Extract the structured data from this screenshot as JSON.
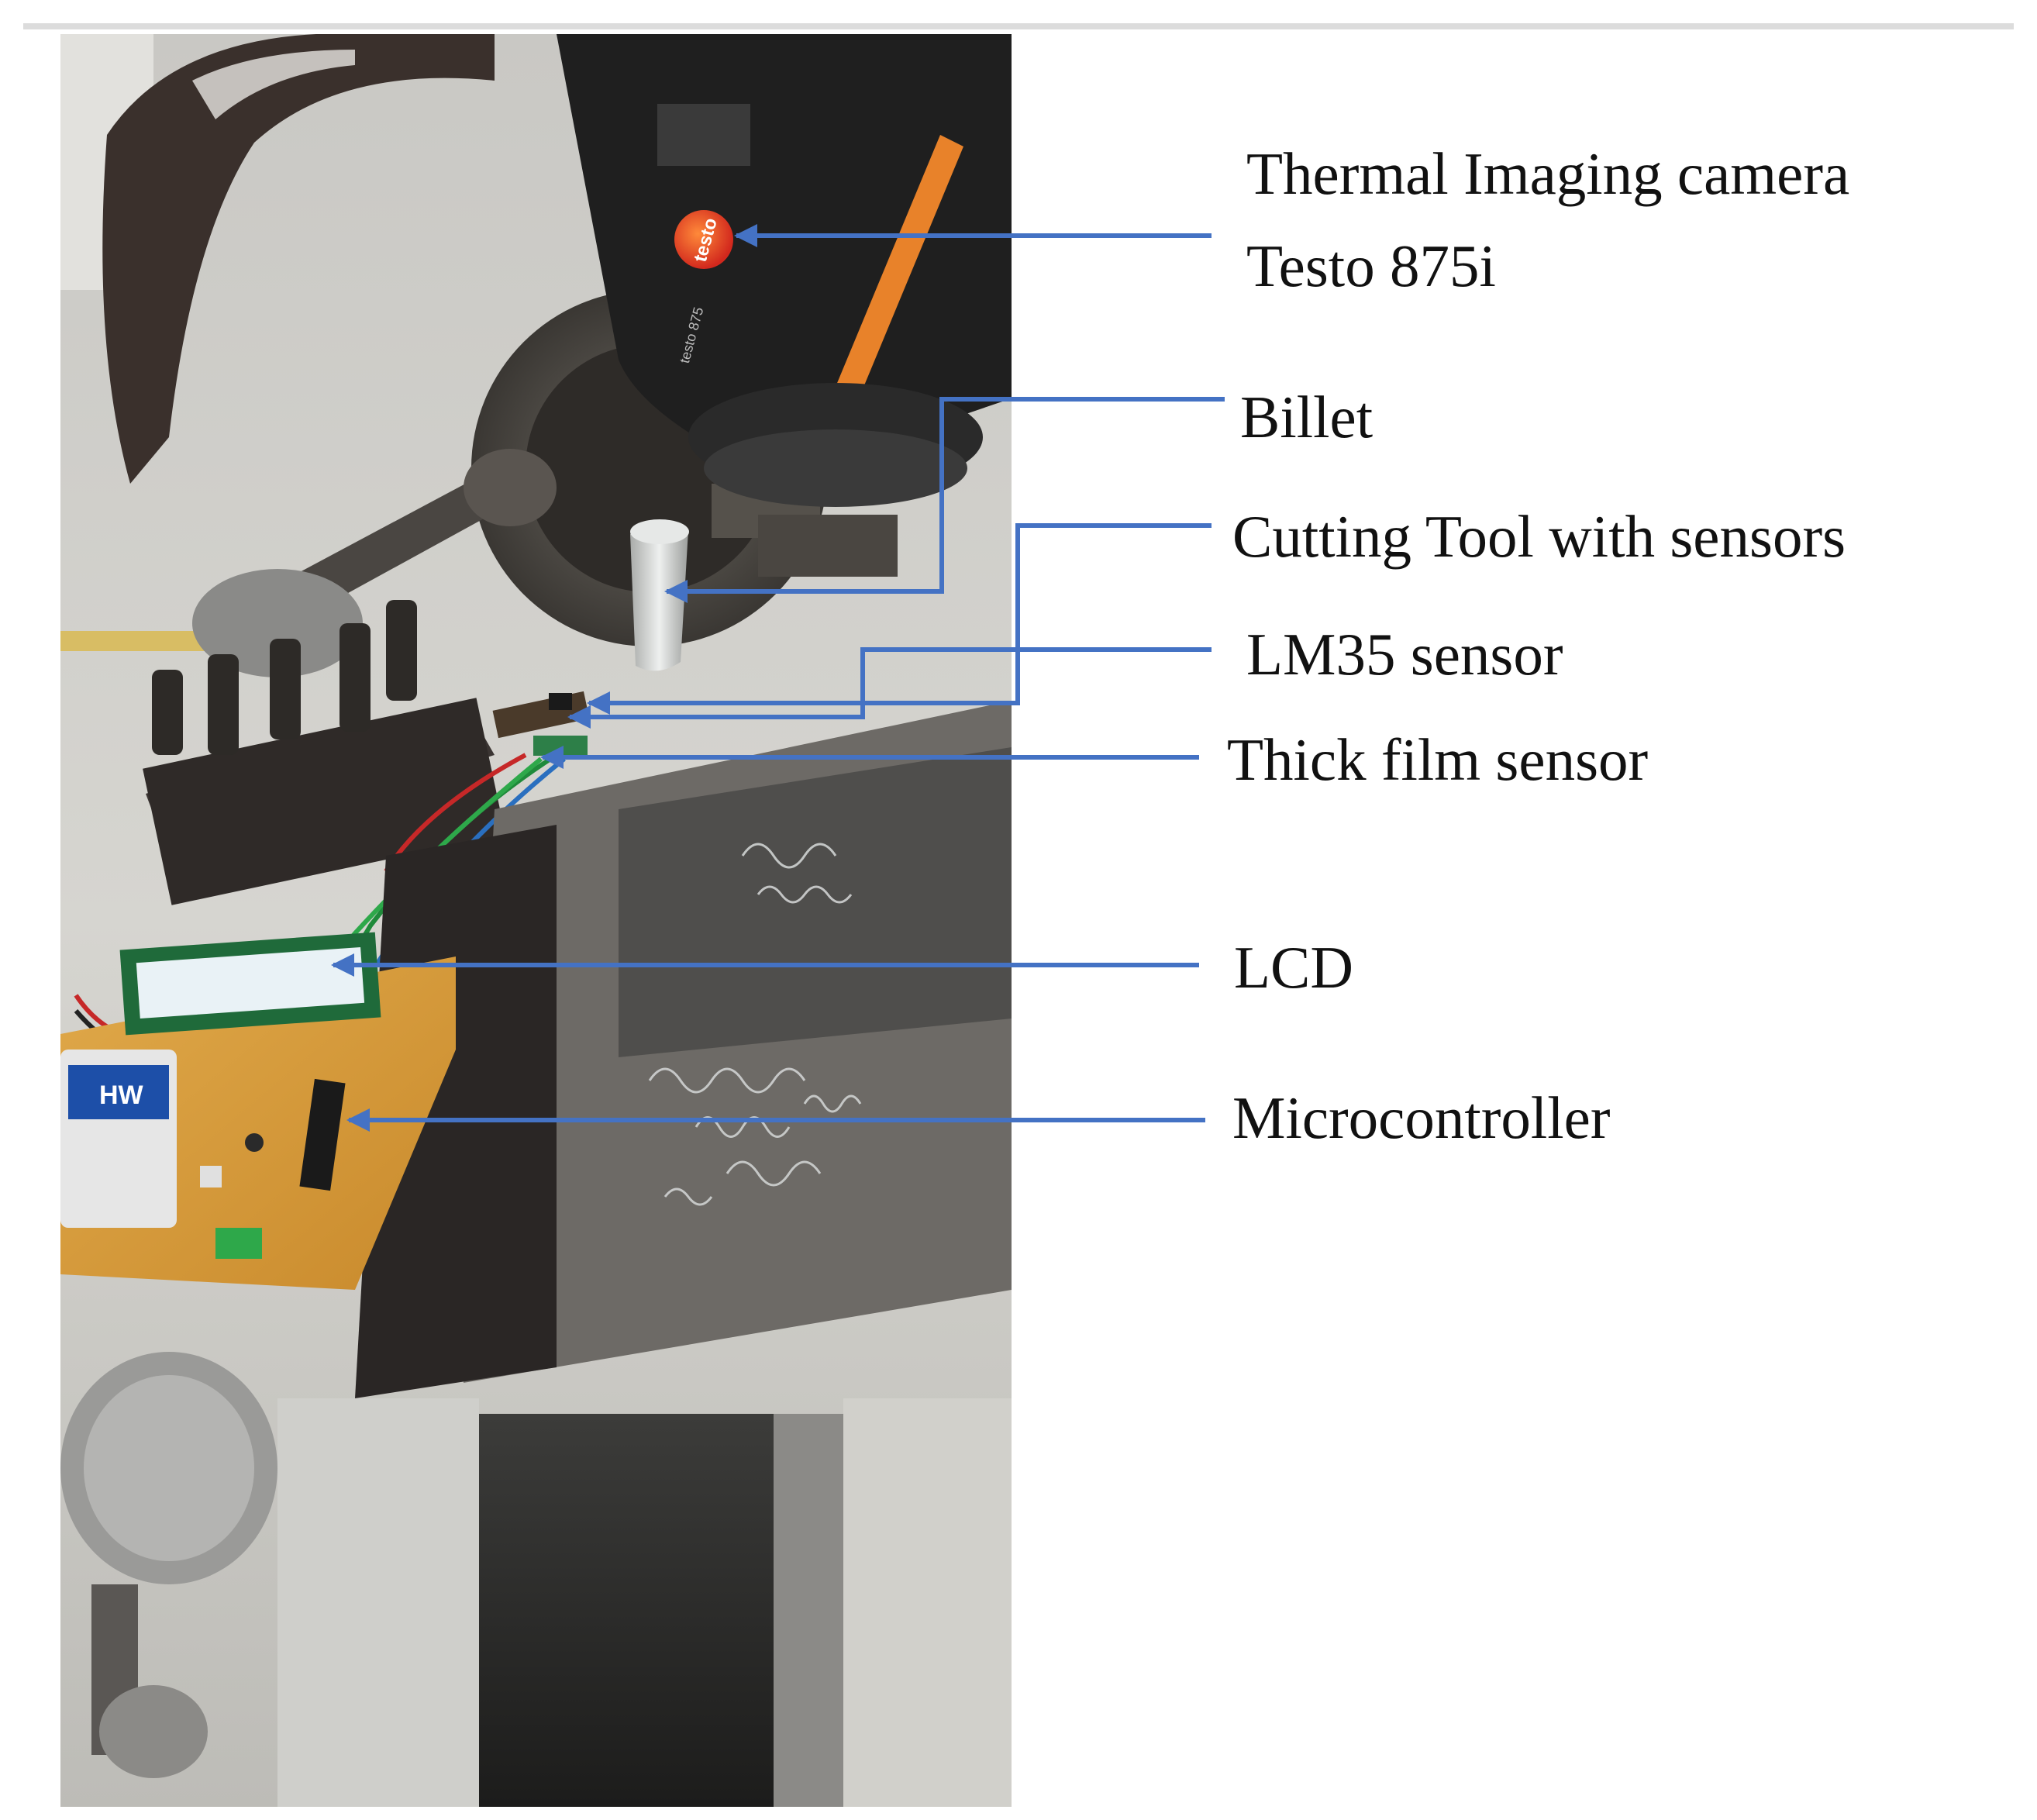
{
  "figure": {
    "annotations": [
      {
        "id": "camera",
        "lines": [
          "Thermal Imaging camera",
          "Testo 875i"
        ]
      },
      {
        "id": "billet",
        "lines": [
          "Billet"
        ]
      },
      {
        "id": "cutting_tool",
        "lines": [
          "Cutting Tool with sensors"
        ]
      },
      {
        "id": "lm35",
        "lines": [
          "LM35 sensor"
        ]
      },
      {
        "id": "thick_film",
        "lines": [
          "Thick film sensor"
        ]
      },
      {
        "id": "lcd",
        "lines": [
          "LCD"
        ]
      },
      {
        "id": "microcontroller",
        "lines": [
          "Microcontroller"
        ]
      }
    ],
    "photo_text": {
      "camera_brand": "testo",
      "camera_model": "testo 875",
      "battery_brand": "HW"
    },
    "colors": {
      "leader_line": "#4472c4",
      "camera_body": "#1f1f1f",
      "camera_stripe": "#e8822a",
      "pcb": "#d79a3a",
      "lcd_screen": "#e9f2f6",
      "machine_metal": "#8e8e8c",
      "concrete": "#d3d3cf"
    }
  }
}
